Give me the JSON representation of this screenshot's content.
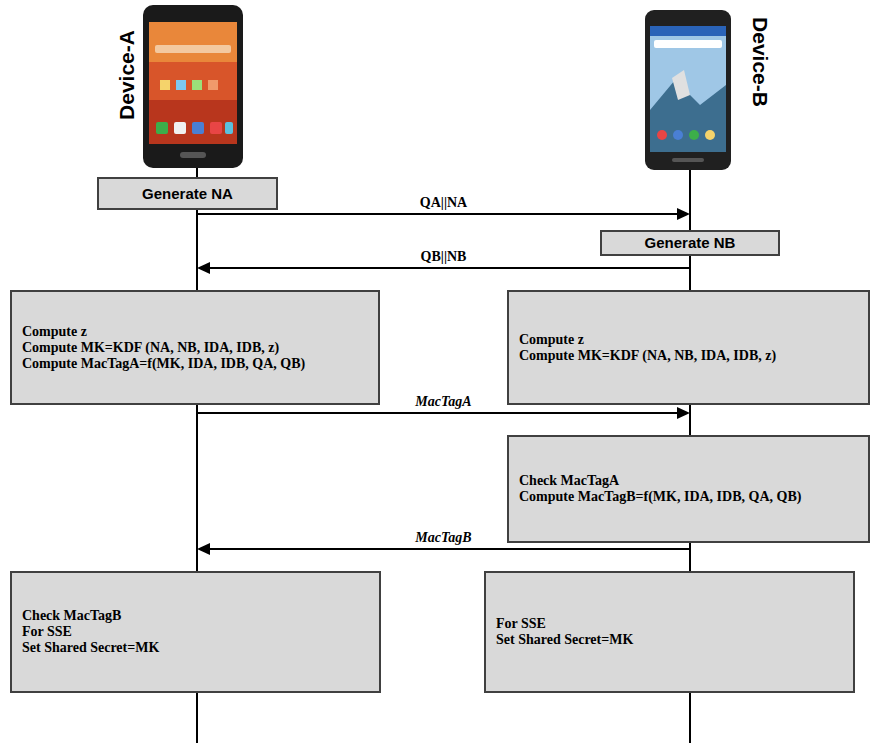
{
  "diagram": {
    "nodes": [
      {
        "text": [
          "Generate NA"
        ]
      },
      {
        "text": [
          "Generate NB"
        ]
      },
      {
        "text": [
          "Compute z",
          "Compute MK=KDF (NA, NB, IDA, IDB, z)",
          "Compute MacTagA=f(MK, IDA, IDB, QA, QB)"
        ]
      },
      {
        "text": [
          "Compute z",
          "Compute MK=KDF (NA, NB, IDA, IDB, z)"
        ]
      },
      {
        "text": [
          "Check MacTagA",
          "Compute MacTagB=f(MK, IDA, IDB, QA, QB)"
        ]
      },
      {
        "text": [
          "Check MacTagB",
          "For SSE",
          "Set Shared Secret=MK"
        ]
      },
      {
        "text": [
          "For SSE",
          "Set Shared Secret=MK"
        ]
      }
    ],
    "edges": [
      {
        "from": 0,
        "to": 1,
        "label": "QA||NA",
        "arrow": "to"
      },
      {
        "from": 1,
        "to": 2,
        "label": "QB||NB",
        "arrow": "to"
      },
      {
        "from": 2,
        "to": 4,
        "label": "MacTagA",
        "arrow": "to"
      },
      {
        "from": 4,
        "to": 5,
        "label": "MacTagB",
        "arrow": "to"
      }
    ],
    "labels": [
      "Device-A",
      "Device-B"
    ]
  }
}
